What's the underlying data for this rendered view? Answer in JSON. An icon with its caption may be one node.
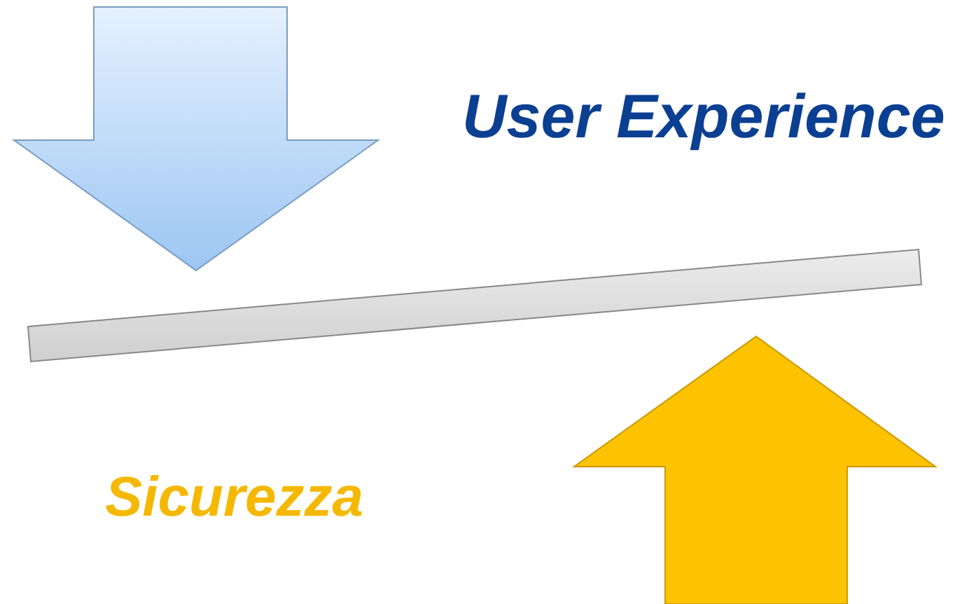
{
  "diagram": {
    "nodes": [
      {
        "text": [],
        "shape": "bar"
      }
    ],
    "labels": [
      "User Experience",
      "Sicurezza"
    ]
  }
}
